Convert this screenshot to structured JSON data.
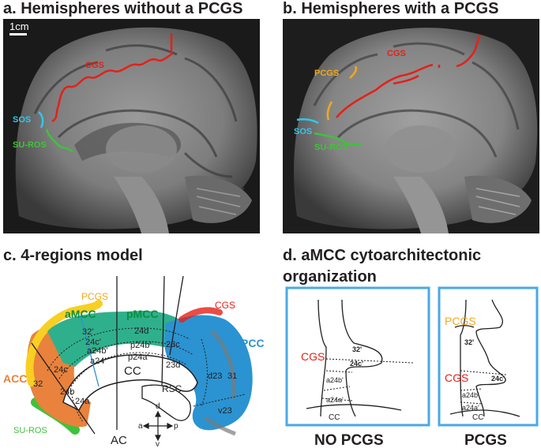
{
  "panels": {
    "a": {
      "title": "a. Hemispheres without a PCGS",
      "scale_label": "1cm",
      "labels": {
        "cgs": "CGS",
        "sos": "SOS",
        "suros": "SU-ROS"
      }
    },
    "b": {
      "title": "b. Hemispheres with a PCGS",
      "labels": {
        "pcgs": "PCGS",
        "cgs": "CGS",
        "sos": "SOS",
        "suros": "SU-ROS"
      }
    },
    "c": {
      "title": "c. 4-regions model",
      "labels": {
        "pcgs": "PCGS",
        "amcc": "aMCC",
        "pmcc": "pMCC",
        "cgs": "CGS",
        "pcc": "PCC",
        "acc": "ACC",
        "suros": "SU-ROS",
        "cc": "CC",
        "ac": "AC",
        "rsc": "RSC",
        "a32p": "32'",
        "a24d": "24d",
        "a24cp": "24c'",
        "a23c": "23c",
        "a24bp": "a24b'",
        "p24bp": "p24b'",
        "a24ap": "a24'",
        "p24ap": "p24a'",
        "a23d": "23d",
        "a24c": "24c",
        "a32": "32",
        "a24b": "24b",
        "a24a": "24a",
        "d23": "d23",
        "a31": "31",
        "v23": "v23",
        "dir_d": "d",
        "dir_a": "a",
        "dir_p": "p",
        "dir_v": "v"
      }
    },
    "d": {
      "title_line1": "d. aMCC cytoarchitectonic",
      "title_line2": "organization",
      "left": {
        "caption": "NO PCGS",
        "cgs": "CGS",
        "a32p": "32'",
        "a24cp": "24c'",
        "a24bp": "a24b'",
        "a24ap": "a24a'",
        "cc": "CC"
      },
      "right": {
        "caption": "PCGS",
        "pcgs": "PCGS",
        "cgs": "CGS",
        "a32p": "32'",
        "a24cp": "24c'",
        "a24bp": "a24b'",
        "a24ap": "a24a'",
        "cc": "CC"
      }
    }
  },
  "colors": {
    "cgs_red": "#e32119",
    "pcgs_orange": "#f3a81b",
    "sos_cyan": "#33c6e8",
    "suros_green": "#3fc23b",
    "acc_orange": "#e8823c",
    "amcc_green": "#2fb08c",
    "pcc_blue": "#2b93d1",
    "pcgs_yellow": "#f8cf22",
    "box_blue": "#4aa8e6",
    "text_green": "#0a8f3e"
  }
}
